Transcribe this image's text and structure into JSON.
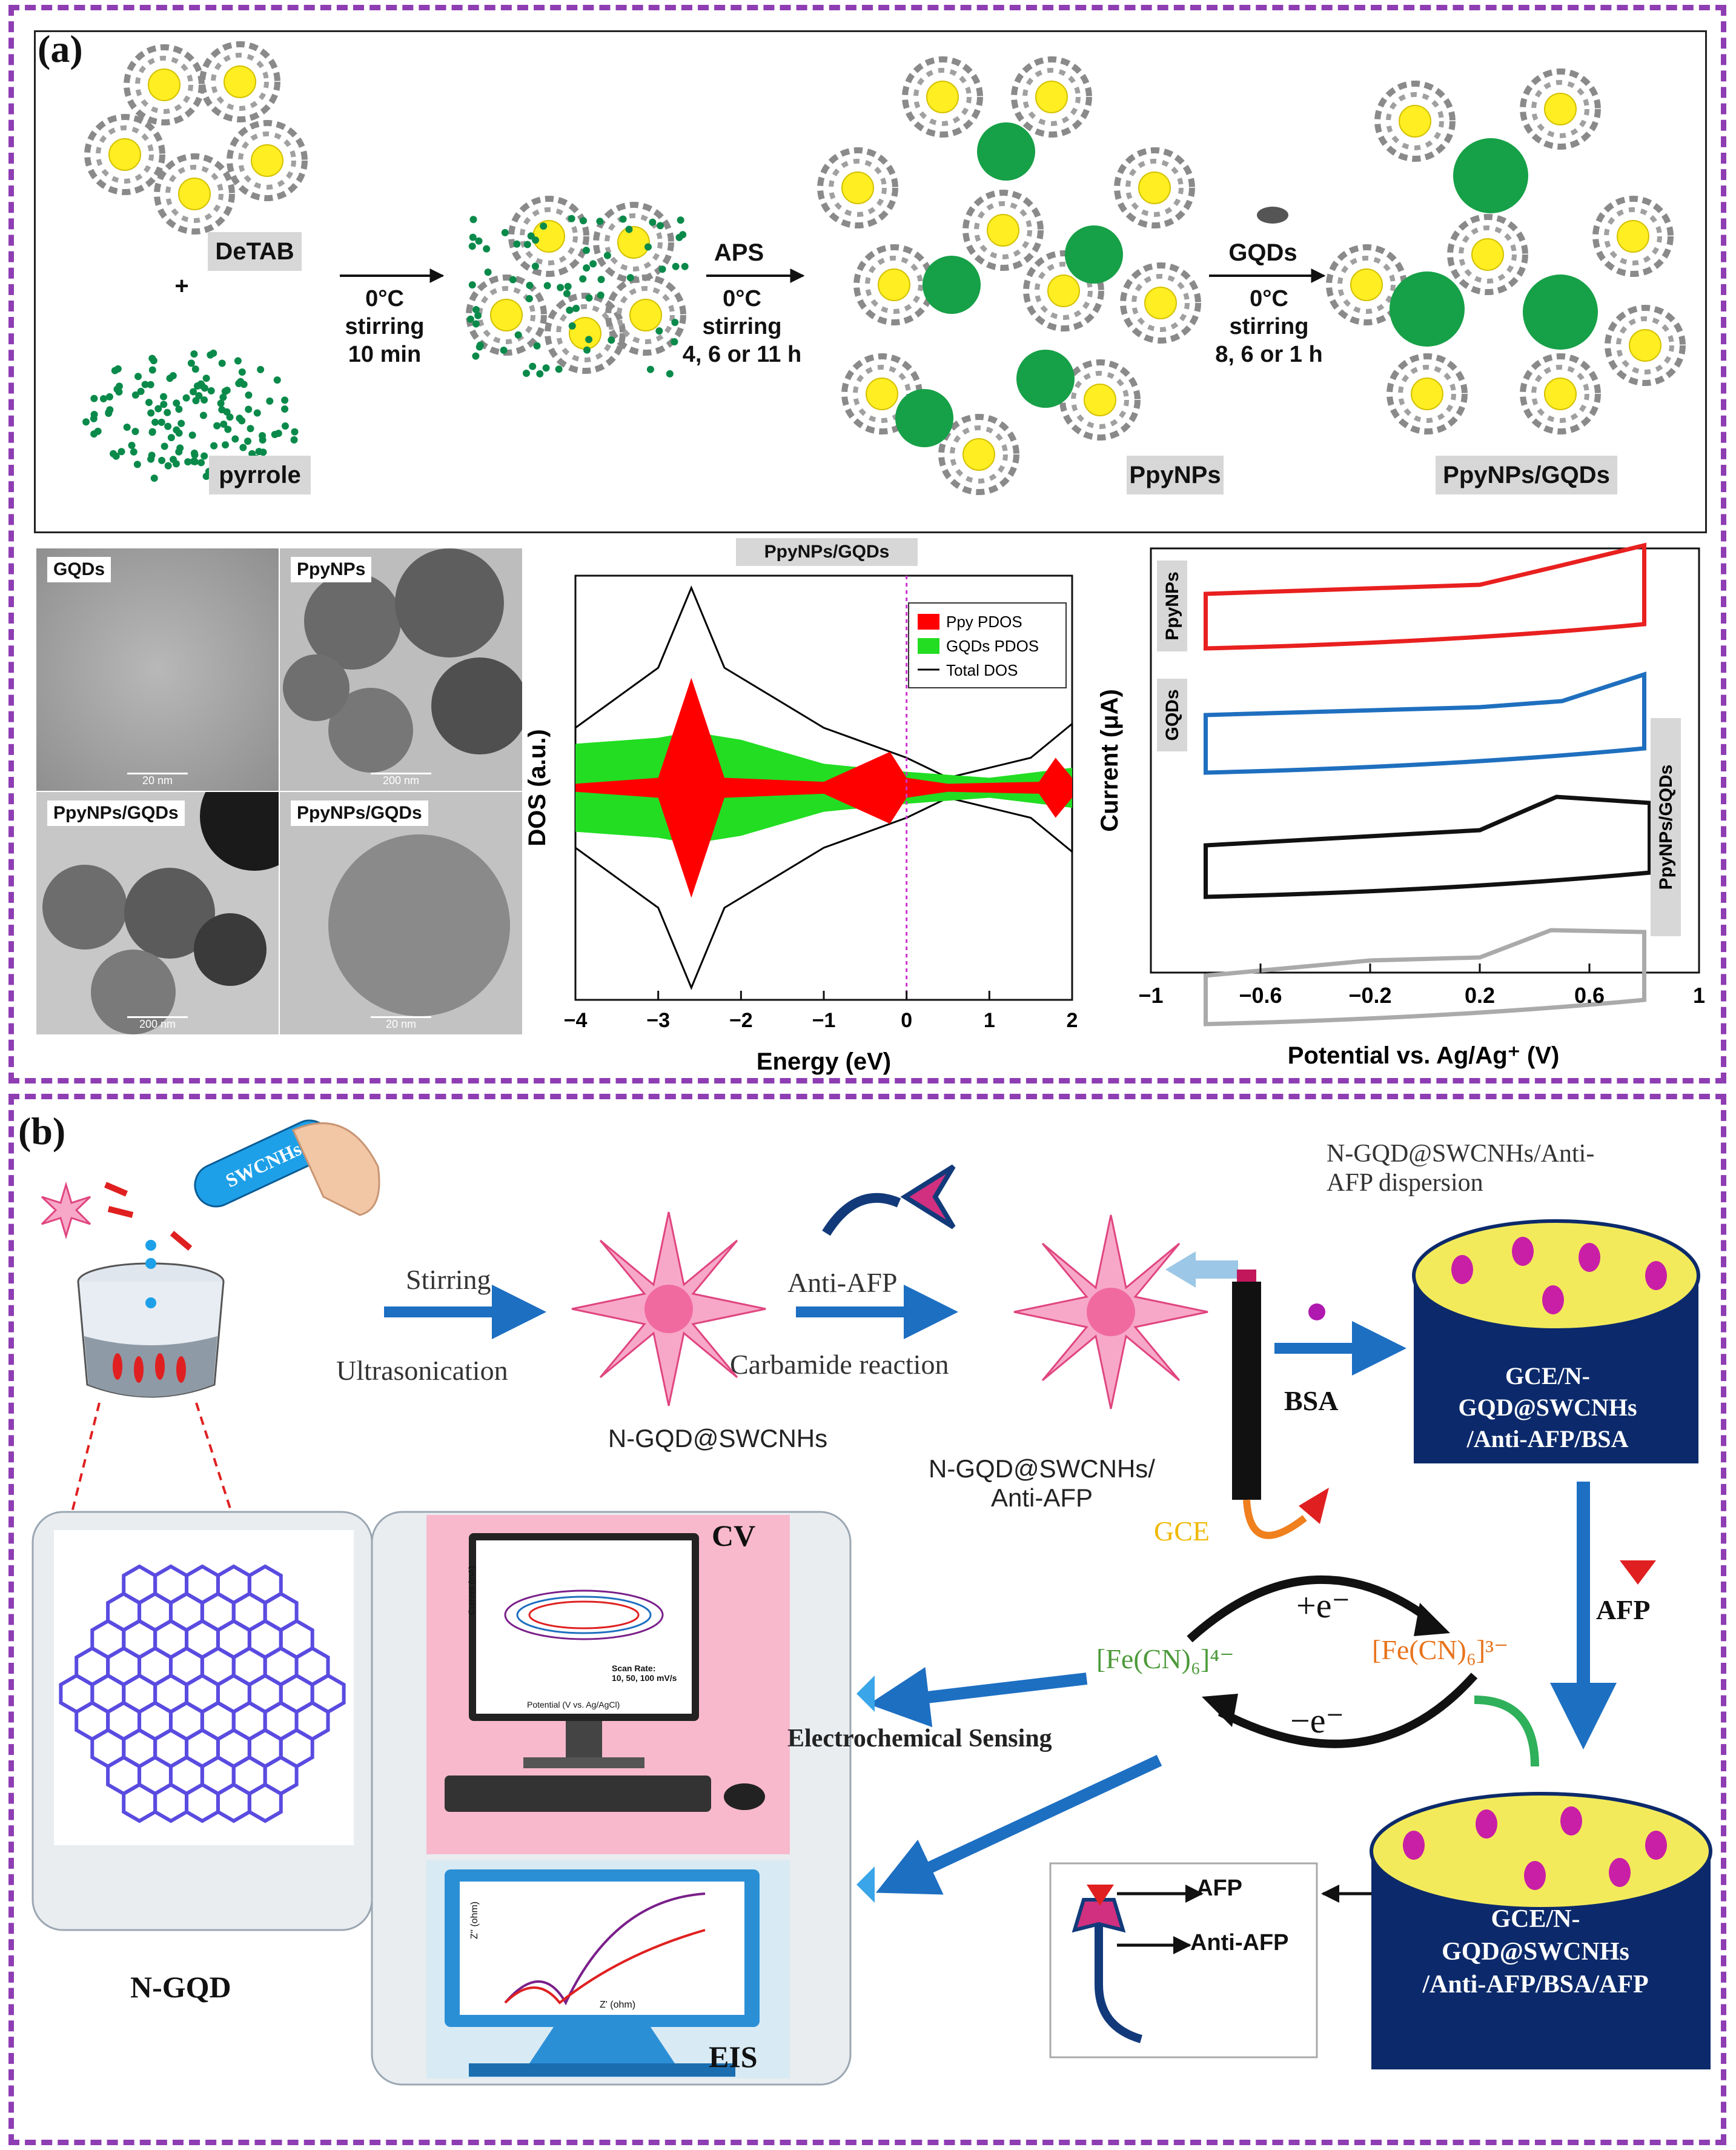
{
  "panel_a": {
    "letter": "(a)",
    "scheme": {
      "detab": "DeTAB",
      "plus": "+",
      "pyrrole": "pyrrole",
      "step1": "0°C\nstirring\n10 min",
      "aps": "APS",
      "step2": "0°C\nstirring\n4, 6 or 11 h",
      "ppynps": "PpyNPs",
      "gqds_reagent": "GQDs",
      "step3": "0°C\nstirring\n8, 6 or 1 h",
      "product": "PpyNPs/GQDs"
    },
    "tem": {
      "tl": "GQDs",
      "tr": "PpyNPs",
      "bl": "PpyNPs/GQDs",
      "br": "PpyNPs/GQDs",
      "sb_tl": "20 nm",
      "sb_tr": "200 nm",
      "sb_bl": "200 nm",
      "sb_br": "20 nm"
    },
    "dos": {
      "header": "PpyNPs/GQDs",
      "ylabel": "DOS (a.u.)",
      "xlabel": "Energy (eV)",
      "xticks": [
        "−4",
        "−3",
        "−2",
        "−1",
        "0",
        "1",
        "2"
      ],
      "legend": [
        "Ppy PDOS",
        "GQDs PDOS",
        "Total DOS"
      ],
      "colors": {
        "ppy": "#ff0000",
        "gqds": "#22dd22",
        "total": "#000000"
      }
    },
    "cv": {
      "ylabel": "Current (μA)",
      "xlabel": "Potential vs. Ag/Ag⁺ (V)",
      "xticks": [
        "−1",
        "−0.6",
        "−0.2",
        "0.2",
        "0.6",
        "1"
      ],
      "labels": [
        "PpyNPs",
        "GQDs",
        "PpyNPs/GQDs"
      ],
      "colors": [
        "#e8201f",
        "#1f6fbf",
        "#111111",
        "#aaaaaa"
      ]
    }
  },
  "chart_data": [
    {
      "type": "area",
      "title": "PpyNPs/GQDs",
      "xlabel": "Energy (eV)",
      "ylabel": "DOS (a.u.)",
      "xlim": [
        -4,
        2
      ],
      "series": [
        {
          "name": "Ppy PDOS",
          "x": [
            -4,
            -3,
            -2.6,
            -2.2,
            -1,
            -0.2,
            0,
            0.5,
            1.6,
            1.8,
            2
          ],
          "y": [
            0.02,
            0.05,
            0.55,
            0.05,
            0.03,
            0.18,
            0.05,
            0.02,
            0.03,
            0.15,
            0.05
          ]
        },
        {
          "name": "GQDs PDOS",
          "x": [
            -4,
            -3,
            -2.6,
            -2,
            -1,
            0,
            1,
            2
          ],
          "y": [
            0.22,
            0.25,
            0.28,
            0.24,
            0.12,
            0.08,
            0.05,
            0.1
          ]
        },
        {
          "name": "Total DOS",
          "x": [
            -4,
            -3,
            -2.6,
            -2.2,
            -1,
            0,
            0.5,
            1.5,
            2
          ],
          "y": [
            0.3,
            0.6,
            1.0,
            0.6,
            0.3,
            0.15,
            0.05,
            0.15,
            0.32
          ]
        }
      ]
    },
    {
      "type": "line",
      "title": "",
      "xlabel": "Potential vs. Ag/Ag⁺ (V)",
      "ylabel": "Current (μA)",
      "xlim": [
        -1,
        1
      ],
      "series": [
        {
          "name": "PpyNPs",
          "x": [
            -0.8,
            0.2,
            0.48,
            0.8
          ],
          "y": [
            0.1,
            0.25,
            0.55,
            0.9
          ]
        },
        {
          "name": "GQDs",
          "x": [
            -0.8,
            0.2,
            0.5,
            0.8
          ],
          "y": [
            0.15,
            0.28,
            0.38,
            0.82
          ]
        },
        {
          "name": "PpyNPs/GQDs",
          "x": [
            -0.8,
            -0.2,
            0.2,
            0.48,
            0.82
          ],
          "y": [
            0.05,
            0.2,
            0.3,
            0.85,
            0.75
          ]
        },
        {
          "name": "",
          "x": [
            -0.8,
            -0.2,
            0.2,
            0.46,
            0.8
          ],
          "y": [
            0.0,
            0.25,
            0.3,
            0.75,
            0.72
          ]
        }
      ]
    }
  ],
  "panel_b": {
    "letter": "(b)",
    "tube": "SWCNHs",
    "stirring": "Stirring",
    "ultrasonication": "Ultrasonication",
    "ngqd_swcnhs": "N-GQD@SWCNHs",
    "anti_afp": "Anti-AFP",
    "carbamide": "Carbamide reaction",
    "conjugate": "N-GQD@SWCNHs/\nAnti-AFP",
    "dispersion": "N-GQD@SWCNHs/Anti-\nAFP dispersion",
    "bsa": "BSA",
    "gce": "GCE",
    "electrode1": "GCE/N-\nGQD@SWCNHs\n/Anti-AFP/BSA",
    "afp": "AFP",
    "plus_e": "+e⁻",
    "minus_e": "−e⁻",
    "fe4": "[Fe(CN)₆]⁴⁻",
    "fe3": "[Fe(CN)₆]³⁻",
    "sensing": "Electrochemical Sensing",
    "ngqd": "N-GQD",
    "cv": "CV",
    "eis": "EIS",
    "electrode2": "GCE/N-\nGQD@SWCNHs\n/Anti-AFP/BSA/AFP",
    "legend_afp": "AFP",
    "legend_anti": "Anti-AFP",
    "cv_screen": {
      "ylabel": "Current (mA)",
      "xlabel": "Potential (V vs. Ag/AgCl)",
      "note": "Scan Rate:\n10, 50, 100 mV/s"
    },
    "eis_screen": {
      "ylabel": "Z'' (ohm)",
      "xlabel": "Z' (ohm)"
    }
  }
}
